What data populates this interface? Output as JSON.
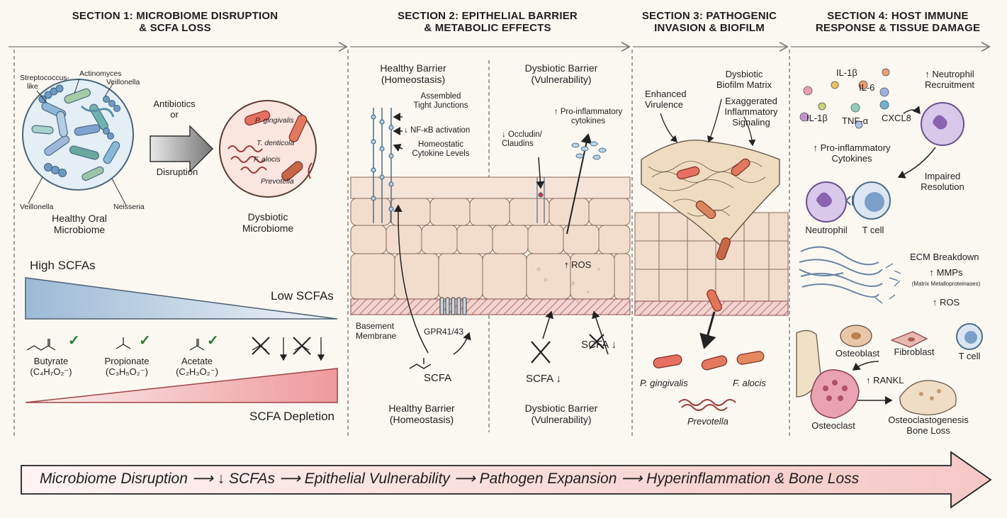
{
  "sections": [
    {
      "title_l1": "SECTION 1: MICROBIOME DISRUPTION",
      "title_l2": "& SCFA LOSS"
    },
    {
      "title_l1": "SECTION 2: EPITHELIAL BARRIER",
      "title_l2": "& METABOLIC EFFECTS"
    },
    {
      "title_l1": "SECTION 3: PATHOGENIC",
      "title_l2": "INVASION & BIOFILM"
    },
    {
      "title_l1": "SECTION 4: HOST IMMUNE",
      "title_l2": "RESPONSE & TISSUE DAMAGE"
    }
  ],
  "s1": {
    "healthy_species": [
      "Streptococcus-",
      "like",
      "Actinomyces",
      "Veillonella",
      "Veillonella",
      "Neisseria"
    ],
    "healthy_label": [
      "Healthy Oral",
      "Microbiome"
    ],
    "arrow_top": [
      "Antibiotics",
      "or"
    ],
    "arrow_bottom": "Disruption",
    "dysbiotic_species": [
      "P. gingivalis",
      "T. denticola",
      "F. alocis",
      "Prevotella"
    ],
    "dysbiotic_label": [
      "Dysbiotic",
      "Microbiome"
    ],
    "high_scfa": "High SCFAs",
    "low_scfa": "Low SCFAs",
    "molecules": [
      {
        "name": "Butyrate",
        "formula": "(C₄H₇O₂⁻)"
      },
      {
        "name": "Propionate",
        "formula": "(C₃H₅O₂⁻)"
      },
      {
        "name": "Acetate",
        "formula": "(C₂H₃O₂⁻)"
      }
    ],
    "check": "✓",
    "depletion": "SCFA Depletion"
  },
  "s2": {
    "healthy_title": [
      "Healthy Barrier",
      "(Homeostasis)"
    ],
    "dysbiotic_title": [
      "Dysbiotic Barrier",
      "(Vulnerability)"
    ],
    "tight_junctions": [
      "Assembled",
      "Tight Junctions"
    ],
    "nfkb": "↓ NF-κB activation",
    "cytokine_levels": [
      "Homeostatic",
      "Cytokine Levels"
    ],
    "occludin": [
      "↓ Occludin/",
      "Claudins"
    ],
    "pro_inflam": [
      "↑ Pro-inflammatory",
      "cytokines"
    ],
    "ros": "↑ ROS",
    "basement": [
      "Basement",
      "Membrane"
    ],
    "gpr": "GPR41/43",
    "scfa": "SCFA",
    "scfa_down": "SCFA ↓",
    "bottom_healthy": [
      "Healthy Barrier",
      "(Homeostasis)"
    ],
    "bottom_dysbiotic": [
      "Dysbiotic Barrier",
      "(Vulnerability)"
    ]
  },
  "s3": {
    "enhanced": [
      "Enhanced",
      "Virulence"
    ],
    "biofilm": [
      "Dysbiotic",
      "Biofilm Matrix"
    ],
    "exaggerated": [
      "Exaggerated",
      "Inflammatory",
      "Signaling"
    ],
    "pathogens": [
      "P. gingivalis",
      "F. alocis",
      "Prevotella"
    ]
  },
  "s4": {
    "cytokines": [
      "IL-1β",
      "IL-6",
      "IL-1β",
      "TNF-α",
      "CXCL8"
    ],
    "neutrophil_recruit": [
      "↑ Neutrophil",
      "Recruitment"
    ],
    "pro_inflam": [
      "↑ Pro-inflammatory",
      "Cytokines"
    ],
    "impaired": [
      "Impaired",
      "Resolution"
    ],
    "neutrophil": "Neutrophil",
    "tcell": "T cell",
    "ecm": "ECM Breakdown",
    "mmps": "↑ MMPs",
    "mmps_full": "(Matrix Metalloproteinases)",
    "ros": "↑ ROS",
    "osteoblast": "Osteoblast",
    "fibroblast": "Fibroblast",
    "tcell2": "T cell",
    "rankl": "↑ RANKL",
    "osteoclast": "Osteoclast",
    "osteoclasto": [
      "Osteoclastogenesis",
      "Bone Loss"
    ]
  },
  "banner": "Microbiome Disruption ⟶ ↓ SCFAs ⟶ Epithelial Vulnerability ⟶ Pathogen Expansion ⟶ Hyperinflammation & Bone Loss",
  "colors": {
    "background": "#fbf8f2",
    "healthy_blue": "#9fc3dc",
    "dysbiotic_red": "#e8826a",
    "tissue": "#f3dcc8",
    "banner_fill": "#f8d6d3"
  }
}
